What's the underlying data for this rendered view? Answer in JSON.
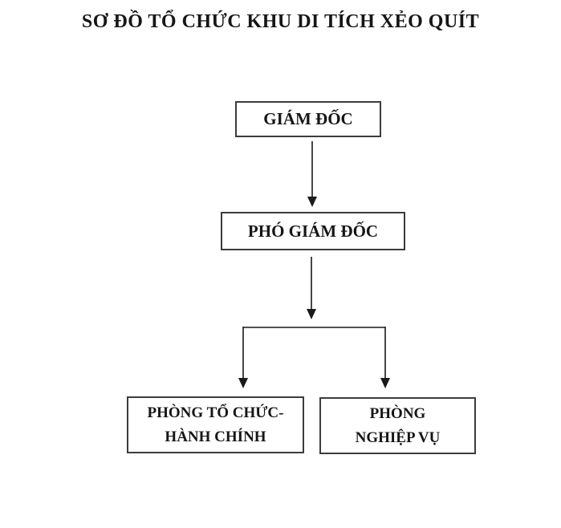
{
  "diagram": {
    "title": "SƠ ĐỒ TỔ CHỨC KHU DI TÍCH XẺO QUÍT",
    "nodes": {
      "director": {
        "label": "GIÁM ĐỐC"
      },
      "deputy_director": {
        "label": "PHÓ GIÁM ĐỐC"
      },
      "admin_department": {
        "line1": "PHÒNG TỔ CHỨC-",
        "line2": "HÀNH CHÍNH"
      },
      "professional_department": {
        "line1": "PHÒNG",
        "line2": "NGHIỆP VỤ"
      }
    },
    "colors": {
      "background": "#ffffff",
      "text": "#161616",
      "box_border": "#3c3c3c",
      "connector_line": "#1a1a1a"
    }
  }
}
